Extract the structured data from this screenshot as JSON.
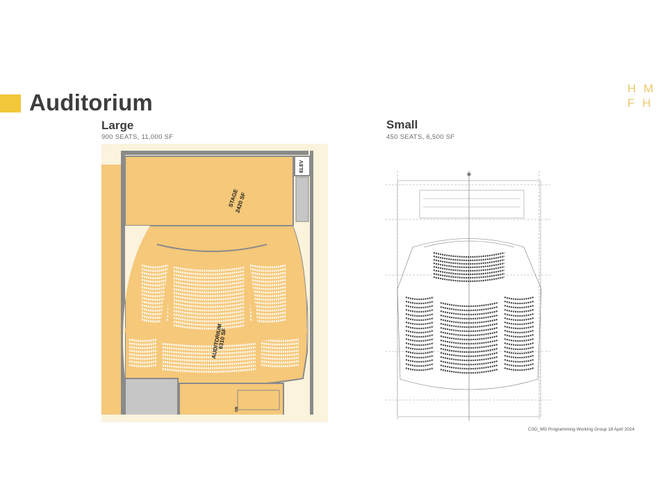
{
  "slide": {
    "title": "Auditorium",
    "accent_color": "#f3c73a",
    "logo": {
      "line1": "HM",
      "line2": "FH",
      "color": "#e8c86d"
    },
    "footer": "CSD_MS  Programming Working Group 18 April 2024"
  },
  "large": {
    "heading": "Large",
    "subheading": "900 SEATS, 11,000 SF",
    "plan_colors": {
      "fill": "#f5c87a",
      "light": "#fbf3dc",
      "wall": "#8a8a8a",
      "service": "#c6c6c6"
    },
    "labels": {
      "elev": "ELEV",
      "stage": "STAGE",
      "stage_area": "2420 SF",
      "auditorium": "AUDITORIUM",
      "auditorium_area": "6310 SF",
      "small_tag": "DN"
    }
  },
  "small": {
    "heading": "Small",
    "subheading": "450 SEATS, 6,500 SF"
  }
}
